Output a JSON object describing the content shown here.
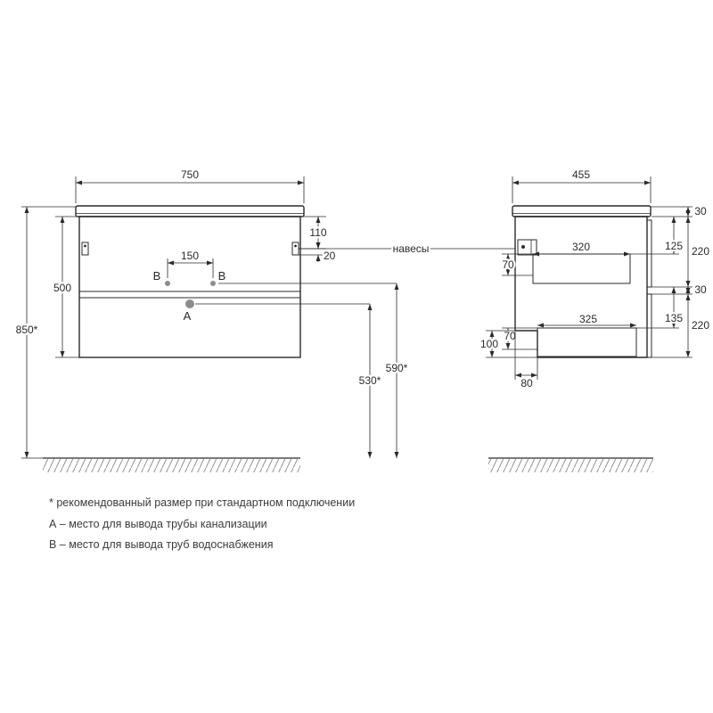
{
  "front_view": {
    "width": "750",
    "height": "500",
    "install_height": "850*",
    "hanger_top_offset": "110",
    "hanger_side_offset": "20",
    "outlet_spacing": "150",
    "drain_height": "530*",
    "supply_height": "590*",
    "point_a_label": "А",
    "point_b_label": "В"
  },
  "side_view": {
    "depth": "455",
    "top_thickness": "30",
    "upper_drawer_front": "220",
    "upper_inner_offset": "125",
    "upper_inner_depth": "320",
    "upper_clearance": "70",
    "mid_gap": "30",
    "lower_drawer_front": "220",
    "lower_inner_offset": "135",
    "lower_inner_depth": "325",
    "lower_clearance": "70",
    "recess_height": "100",
    "recess_depth": "80"
  },
  "callouts": {
    "hangers": "навесы"
  },
  "footnotes": [
    "* рекомендованный размер при стандартном подключении",
    "А – место для вывода трубы канализации",
    "В – место для вывода труб водоснабжения"
  ],
  "colors": {
    "line": "#2b2a29",
    "marker": "#8c8c8c"
  }
}
